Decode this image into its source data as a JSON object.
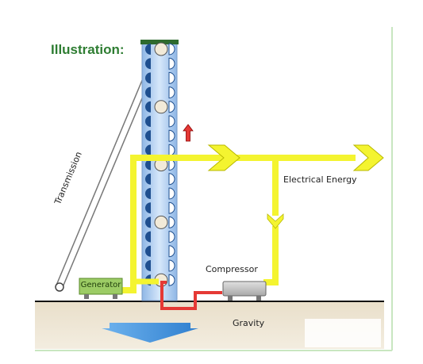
{
  "title": "Illustration:",
  "labels": {
    "transmission": "Transmission",
    "generator": "Generator",
    "electrical_energy": "Electrical Energy",
    "compressor": "Compressor",
    "gravity": "Gravity"
  },
  "colors": {
    "title_green": "#2e7d32",
    "power_line_yellow": "#f4f430",
    "pressure_line_red": "#e53935",
    "tube_blue": "#a9c8ee",
    "float_dark_blue": "#1f4f8f",
    "gravity_arrow_blue": "#3d8fd8",
    "generator_green": "#9ccc65",
    "ground_sand": "#e8dcc6"
  }
}
